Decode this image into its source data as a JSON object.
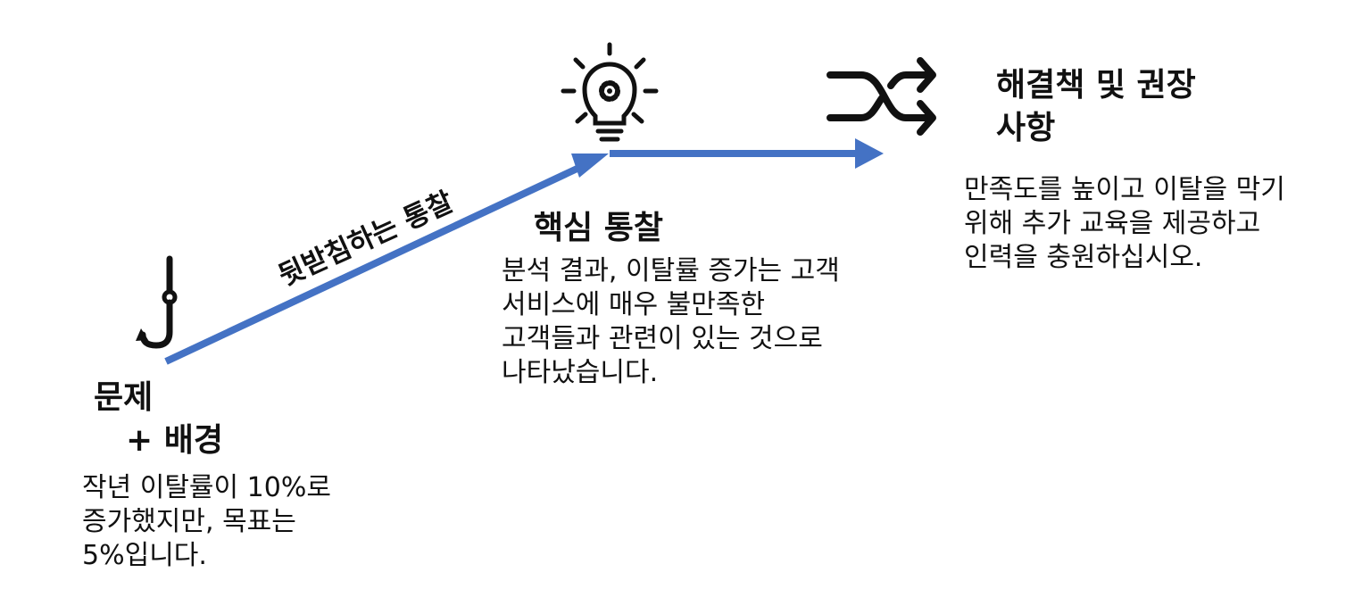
{
  "colors": {
    "arrow": "#4472C4",
    "icon": "#111111",
    "text": "#111111",
    "background": "#FFFFFF"
  },
  "path_label": "뒷받침하는 통찰",
  "stages": [
    {
      "icon": "fish-hook-icon",
      "title_lines": [
        "문제",
        "+ 배경"
      ],
      "body_lines": [
        "작년 이탈률이 10%로",
        "증가했지만, 목표는",
        "5%입니다."
      ]
    },
    {
      "icon": "lightbulb-gear-icon",
      "title_lines": [
        "핵심 통찰"
      ],
      "body_lines": [
        "분석 결과, 이탈률 증가는 고객",
        "서비스에 매우 불만족한",
        "고객들과 관련이 있는 것으로",
        "나타났습니다."
      ]
    },
    {
      "icon": "shuffle-arrows-icon",
      "title_lines": [
        "해결책 및 권장",
        "사항"
      ],
      "body_lines": [
        "만족도를 높이고 이탈을 막기",
        "위해 추가 교육을 제공하고",
        "인력을 충원하십시오."
      ]
    }
  ]
}
